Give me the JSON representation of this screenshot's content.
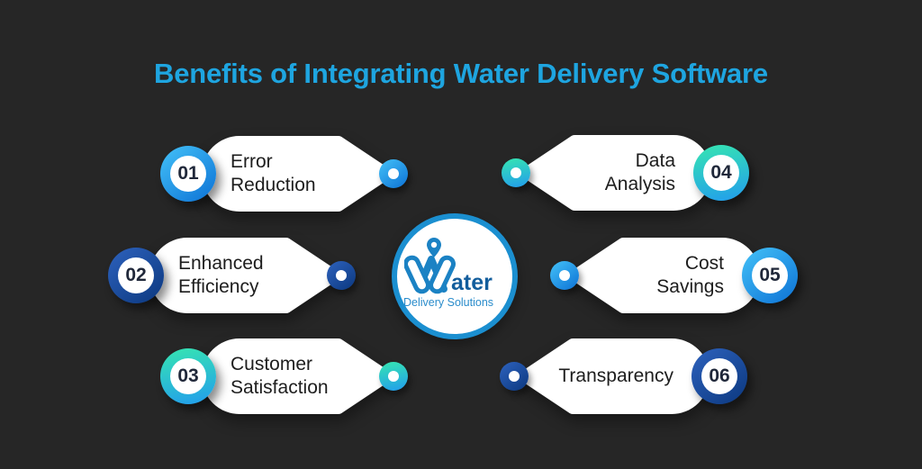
{
  "title": "Benefits of Integrating Water Delivery Software",
  "logo": {
    "name": "ater",
    "subtitle": "Delivery Solutions"
  },
  "items": [
    {
      "number": "01",
      "line1": "Error",
      "line2": "Reduction",
      "theme": "blue",
      "side": "left"
    },
    {
      "number": "02",
      "line1": "Enhanced",
      "line2": "Efficiency",
      "theme": "navy",
      "side": "left"
    },
    {
      "number": "03",
      "line1": "Customer",
      "line2": "Satisfaction",
      "theme": "teal",
      "side": "left"
    },
    {
      "number": "04",
      "line1": "Data",
      "line2": "Analysis",
      "theme": "teal",
      "side": "right"
    },
    {
      "number": "05",
      "line1": "Cost",
      "line2": "Savings",
      "theme": "blue",
      "side": "right"
    },
    {
      "number": "06",
      "line1": "Transparency",
      "line2": "",
      "theme": "navy",
      "side": "right"
    }
  ],
  "colors": {
    "background": "#262626",
    "title": "#1ea5e0",
    "card": "#ffffff",
    "card_text": "#1d1d1d",
    "blue": "#1f9af0",
    "navy": "#16439a",
    "teal": "#2bd3c0",
    "logo_stroke": "#1b82c4",
    "logo_word": "#125d9c",
    "logo_subtitle": "#2a8ccb",
    "circle_border": "#1b8fd0"
  }
}
